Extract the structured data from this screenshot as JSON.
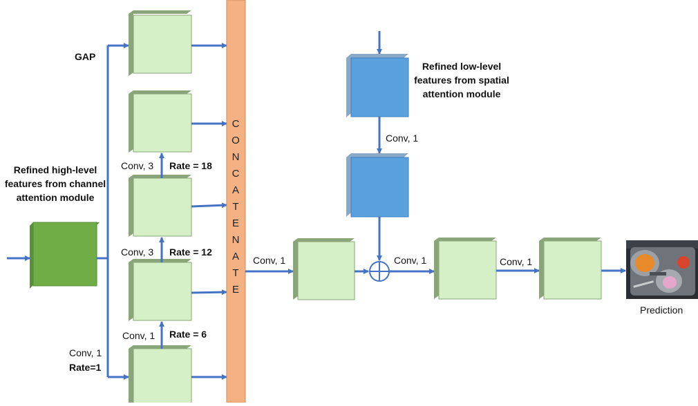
{
  "labels": {
    "gap": "GAP",
    "high_level": "Refined high-level features from channel attention module",
    "low_level": "Refined low-level features from spatial attention module",
    "conv1_low": "Conv, 1",
    "conv3_rate18": "Conv, 3",
    "rate18": "Rate = 18",
    "conv3_rate12": "Conv, 3",
    "rate12": "Rate = 12",
    "conv1_rate6": "Conv, 1",
    "rate6": "Rate = 6",
    "conv1_rate1": "Conv, 1",
    "rate1": "Rate=1",
    "conv1_after_concat": "Conv, 1",
    "conv1_after_add": "Conv, 1",
    "conv1_final": "Conv, 1",
    "prediction": "Prediction"
  },
  "concatenate_letters": [
    "C",
    "O",
    "N",
    "C",
    "A",
    "T",
    "E",
    "N",
    "A",
    "T",
    "E"
  ],
  "colors": {
    "light_block": "#d5f0c7",
    "light_block_side": "#8aa57a",
    "dark_green_block": "#70ad47",
    "blue_block": "#5aa0dc",
    "concat_bar": "#f4b183",
    "arrow": "#4472c4"
  }
}
